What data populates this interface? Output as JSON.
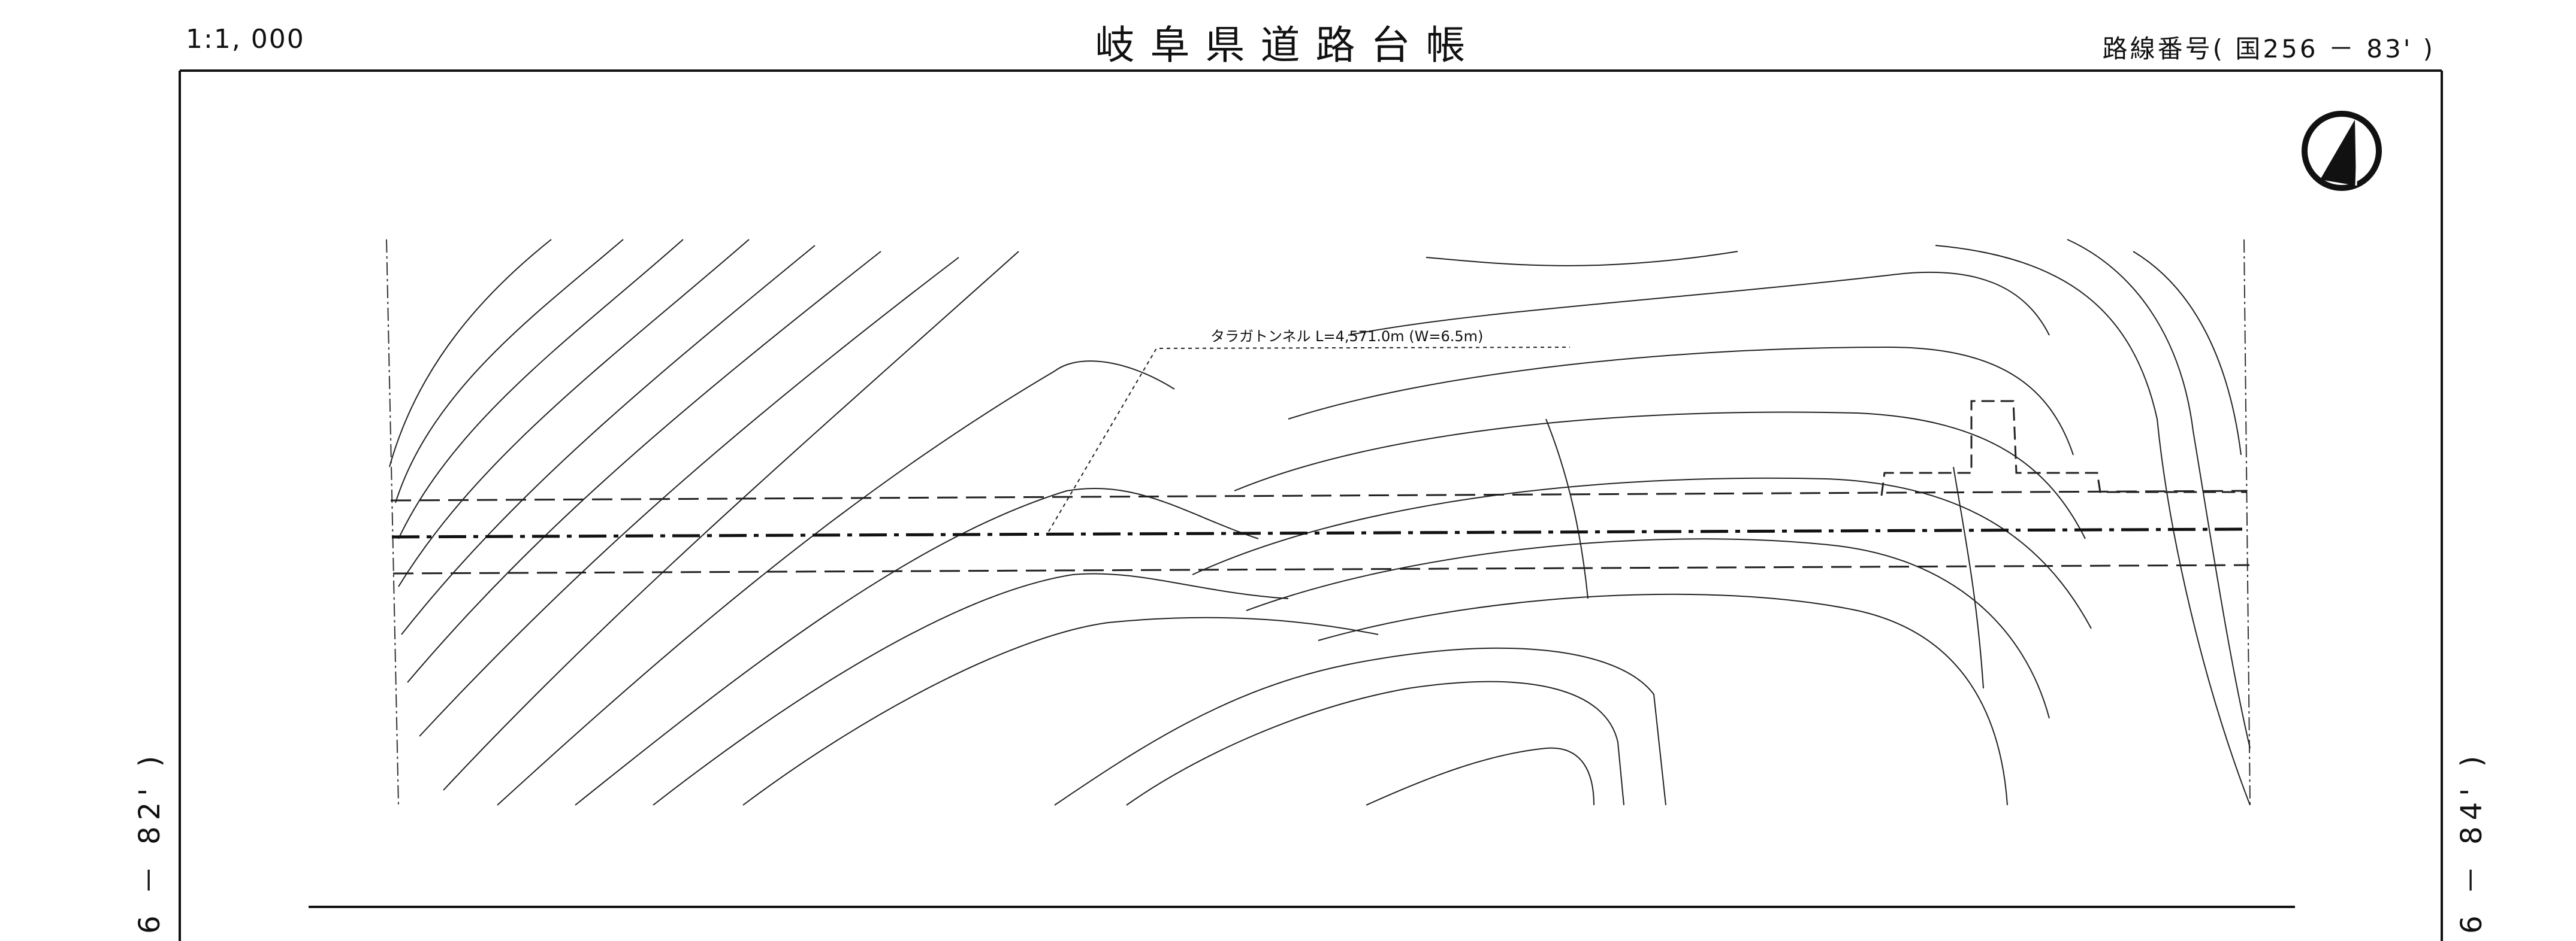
{
  "header": {
    "scale": "1:1, 000",
    "title": "岐阜県道路台帳",
    "route_number": "路線番号( 国256 － 83' )"
  },
  "map": {
    "tunnel_label": "タラガトンネル  L=4,571.0m (W=6.5m)",
    "north_arrow": "north-arrow-icon"
  },
  "adjacent": {
    "left": "6 － 82' )",
    "right": "6 － 84' )"
  }
}
